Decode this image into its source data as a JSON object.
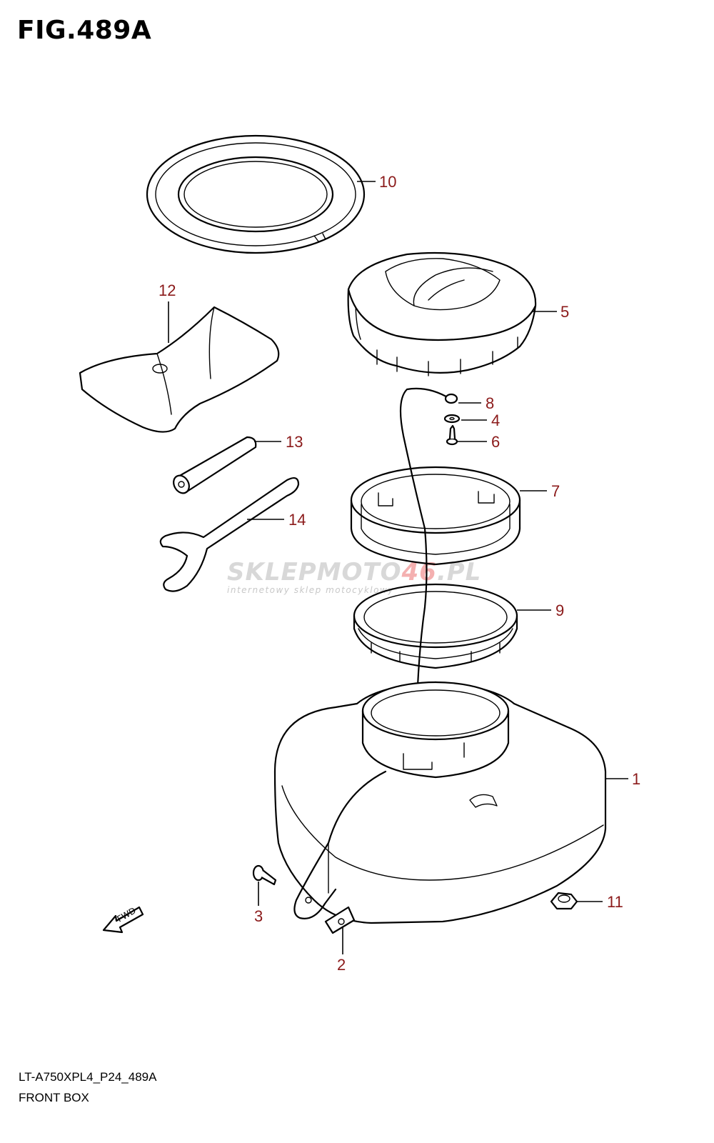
{
  "figure": {
    "title": "FIG.489A",
    "model_code": "LT-A750XPL4_P24_489A",
    "section_name": "FRONT BOX"
  },
  "watermark": {
    "brand_part1": "SKLEPMOTO",
    "brand_part2": "46",
    "brand_part3": ".PL",
    "tagline": "internetowy sklep motocyklowy"
  },
  "direction_marker": "FWD",
  "callout_color": "#8b1a1a",
  "parts": [
    {
      "ref": "1",
      "icon": "front-box-container-icon"
    },
    {
      "ref": "2",
      "icon": "clip-nut-icon"
    },
    {
      "ref": "3",
      "icon": "screw-icon"
    },
    {
      "ref": "4",
      "icon": "washer-icon"
    },
    {
      "ref": "5",
      "icon": "box-cap-icon"
    },
    {
      "ref": "6",
      "icon": "screw-icon"
    },
    {
      "ref": "7",
      "icon": "cap-ring-icon"
    },
    {
      "ref": "8",
      "icon": "tether-cord-icon"
    },
    {
      "ref": "9",
      "icon": "seal-ring-icon"
    },
    {
      "ref": "10",
      "icon": "gasket-icon"
    },
    {
      "ref": "11",
      "icon": "grommet-nut-icon"
    },
    {
      "ref": "12",
      "icon": "tool-bag-icon"
    },
    {
      "ref": "13",
      "icon": "tool-handle-icon"
    },
    {
      "ref": "14",
      "icon": "spanner-wrench-icon"
    }
  ]
}
